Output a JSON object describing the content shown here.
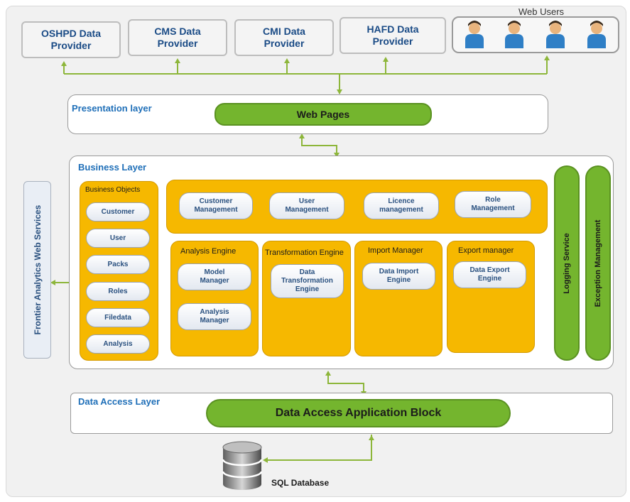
{
  "providers": [
    {
      "label": "OSHPD Data Provider"
    },
    {
      "label": "CMS Data Provider"
    },
    {
      "label": "CMI Data Provider"
    },
    {
      "label": "HAFD Data Provider"
    }
  ],
  "web_users": {
    "title": "Web Users",
    "count": 4
  },
  "presentation": {
    "title": "Presentation layer",
    "bar": "Web Pages"
  },
  "business": {
    "title": "Business Layer",
    "objects": {
      "title": "Business Objects",
      "items": [
        "Customer",
        "User",
        "Packs",
        "Roles",
        "Filedata",
        "Analysis"
      ]
    },
    "management": [
      "Customer Management",
      "User Management",
      "Licence management",
      "Role Management"
    ],
    "engines": [
      {
        "title": "Analysis Engine",
        "items": [
          "Model Manager",
          "Analysis Manager"
        ]
      },
      {
        "title": "Transformation Engine",
        "items": [
          "Data Transformation Engine"
        ]
      },
      {
        "title": "Import Manager",
        "items": [
          "Data Import Engine"
        ]
      },
      {
        "title": "Export manager",
        "items": [
          "Data Export Engine"
        ]
      }
    ],
    "services": [
      "Logging Service",
      "Exception Management"
    ]
  },
  "side_service": "Frontier Analytics Web Services",
  "data_access": {
    "title": "Data Access Layer",
    "bar": "Data Access Application Block"
  },
  "database": {
    "label": "SQL Database"
  },
  "colors": {
    "orange": "#f6b800",
    "green": "#74b52e",
    "title_blue": "#1f6fb8",
    "user_blue": "#2f7fc6"
  }
}
